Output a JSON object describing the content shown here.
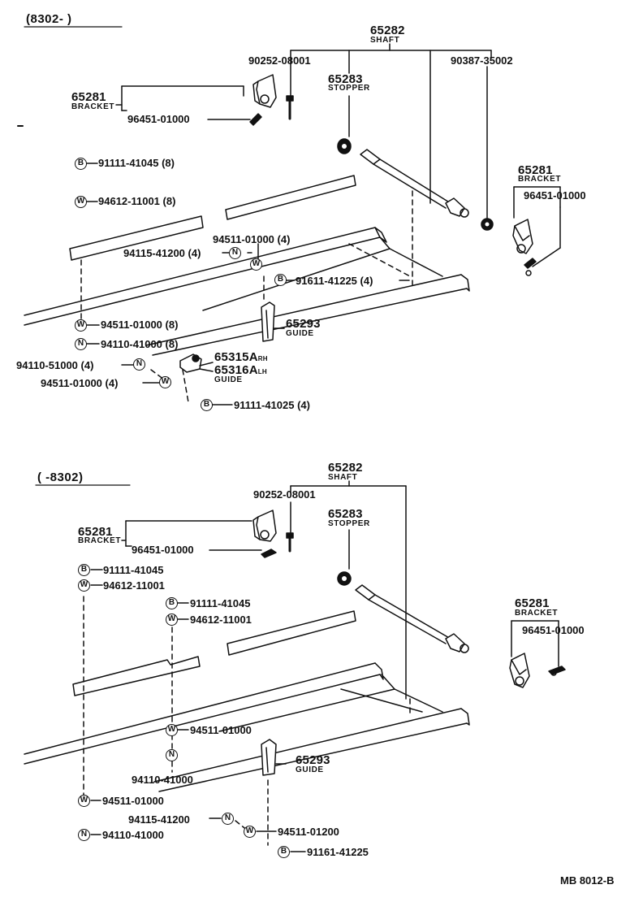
{
  "symbols": {
    "bolt": "B",
    "washer": "W",
    "nut": "N"
  },
  "colors": {
    "ink": "#111111",
    "paper": "#ffffff"
  },
  "upper": {
    "header": "(8302-        )",
    "shaft_no": "65282",
    "shaft": "SHAFT",
    "bolt_a": "90252-08001",
    "part_b": "90387-35002",
    "stopper_no": "65283",
    "stopper": "STOPPER",
    "bracket_l_no": "65281",
    "bracket_l": "BRACKET",
    "pin_l": "96451-01000",
    "bracket_r_no": "65281",
    "bracket_r": "BRACKET",
    "pin_r": "96451-01000",
    "b1": "91111-41045 (8)",
    "w1": "94612-11001 (8)",
    "w_mid": "94511-01000 (4)",
    "n_mid": "94115-41200 (4)",
    "b_mid": "91611-41225 (4)",
    "w2": "94511-01000 (8)",
    "n2": "94110-41000 (8)",
    "n3": "94110-51000 (4)",
    "w3": "94511-01000 (4)",
    "guide_no": "65293",
    "guide": "GUIDE",
    "guide2_a": "65315A",
    "guide2_a_side": "RH",
    "guide2_b": "65316A",
    "guide2_b_side": "LH",
    "guide2": "GUIDE",
    "b_bot": "91111-41025 (4)"
  },
  "lower": {
    "header": "(      -8302)",
    "shaft_no": "65282",
    "shaft": "SHAFT",
    "bolt_a": "90252-08001",
    "stopper_no": "65283",
    "stopper": "STOPPER",
    "bracket_l_no": "65281",
    "bracket_l": "BRACKET",
    "pin_l": "96451-01000",
    "bracket_r_no": "65281",
    "bracket_r": "BRACKET",
    "pin_r": "96451-01000",
    "b1": "91111-41045",
    "w1": "94612-11001",
    "b2": "91111-41045",
    "w2": "94612-11001",
    "w_mid": "94511-01000",
    "n_mid": "94110-41000",
    "w3": "94511-01000",
    "n3": "94110-41000",
    "n4": "94115-41200",
    "w4": "94511-01200",
    "b4": "91161-41225",
    "guide_no": "65293",
    "guide": "GUIDE"
  },
  "footer": "MB 8012-B"
}
